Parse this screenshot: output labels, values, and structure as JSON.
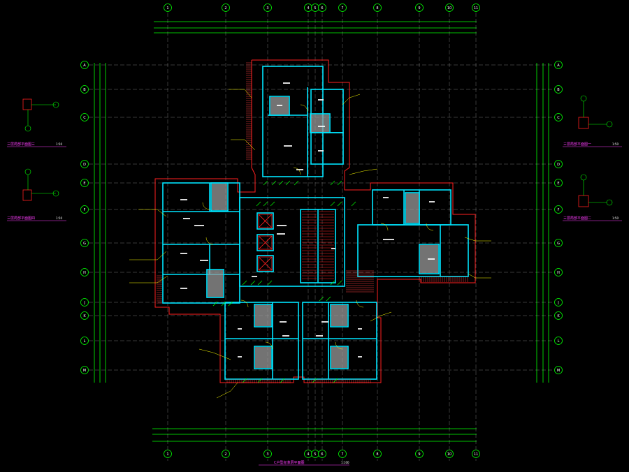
{
  "drawing": {
    "background": "#000000",
    "colors": {
      "axis": "#ffffff",
      "dim": "#00ff00",
      "wall": "#00e5ff",
      "outline": "#ff2020",
      "leader": "#ffff00",
      "text": "#ffffff",
      "title": "#ff3cff",
      "fill": "#9a9a9a"
    },
    "top_axis_labels": [
      "1",
      "2",
      "3",
      "4",
      "5",
      "6",
      "7",
      "8",
      "9",
      "10",
      "11"
    ],
    "bottom_axis_labels": [
      "1",
      "2",
      "3",
      "4",
      "5",
      "6",
      "7",
      "8",
      "9",
      "10",
      "11"
    ],
    "left_axis_labels": [
      "A",
      "B",
      "C",
      "D",
      "E",
      "F",
      "G",
      "H",
      "J",
      "K",
      "L",
      "M"
    ],
    "right_axis_labels": [
      "A",
      "B",
      "C",
      "D",
      "E",
      "F",
      "G",
      "H",
      "J",
      "K",
      "L",
      "M"
    ],
    "main_title": "C户型标准层平面图",
    "main_scale": "1:100",
    "detail_titles": [
      {
        "text": "三层局部平面图三",
        "scale": "1:50"
      },
      {
        "text": "三层局部平面图四",
        "scale": "1:50"
      },
      {
        "text": "三层局部平面图一",
        "scale": "1:50"
      },
      {
        "text": "三层局部平面图二",
        "scale": "1:50"
      }
    ]
  }
}
